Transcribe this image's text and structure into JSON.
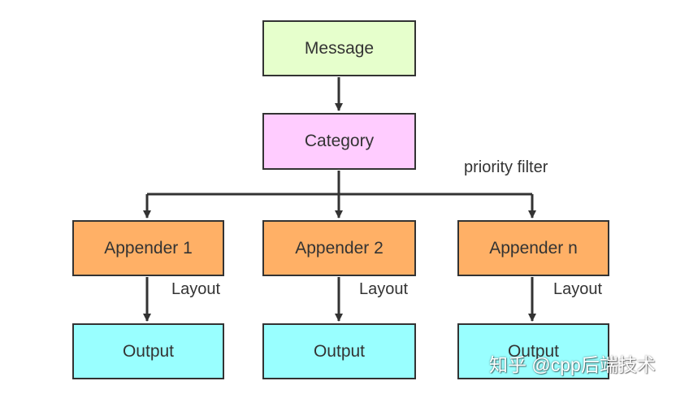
{
  "colors": {
    "message_fill": "#e6ffcc",
    "category_fill": "#ffccff",
    "appender_fill": "#ffb066",
    "output_fill": "#99ffff",
    "line": "#333333"
  },
  "nodes": {
    "message": "Message",
    "category": "Category",
    "appenders": [
      "Appender 1",
      "Appender 2",
      "Appender n"
    ],
    "outputs": [
      "Output",
      "Output",
      "Output"
    ]
  },
  "edge_labels": {
    "filter": "priority filter",
    "layout": [
      "Layout",
      "Layout",
      "Layout"
    ]
  },
  "watermark": "知乎 @cpp后端技术"
}
